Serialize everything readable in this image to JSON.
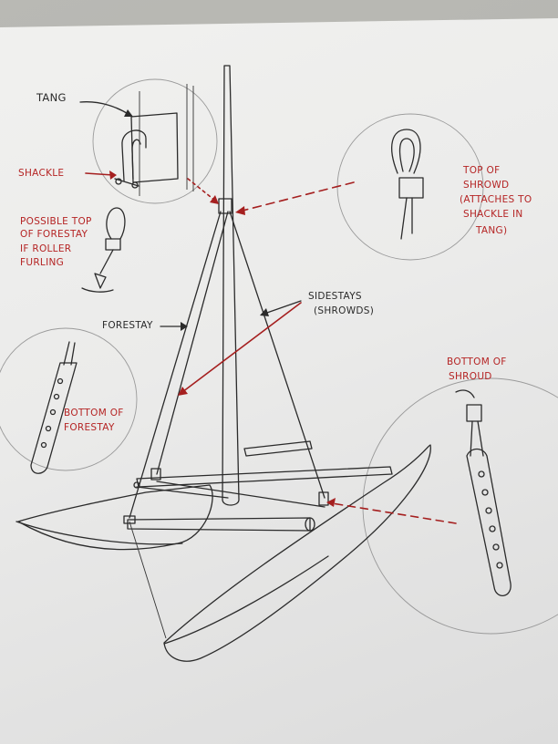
{
  "labels": {
    "tang": "Tang",
    "shackle": "Shackle",
    "possible_top_of_forestay": [
      "Possible top",
      "of forestay",
      "if roller",
      "furling"
    ],
    "forestay": "Forestay",
    "sidestays": [
      "Sidestays",
      "(shrowds)"
    ],
    "top_of_shroud": [
      "Top of",
      "shrowd",
      "(attaches to",
      "shackle in",
      "tang)"
    ],
    "bottom_of_forestay": [
      "Bottom of",
      "forestay"
    ],
    "bottom_of_shroud": [
      "Bottom of",
      "shroud"
    ]
  },
  "colors": {
    "annotation_ink": "#b52424",
    "pencil_ink": "#2b2b2b",
    "paper": "#ececea"
  }
}
